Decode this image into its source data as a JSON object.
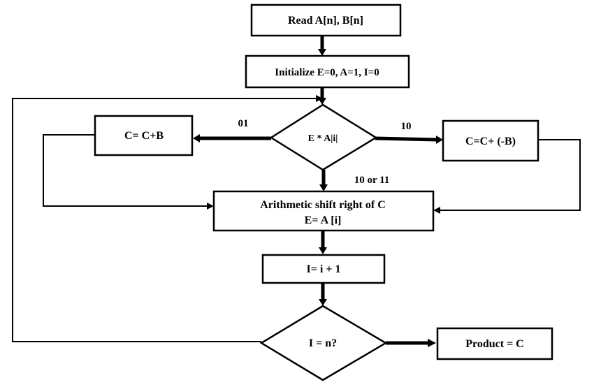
{
  "nodes": {
    "read": "Read A[n], B[n]",
    "init": "Initialize E=0, A=1, I=0",
    "decision": "E * A|i|",
    "add": "C= C+B",
    "sub": "C=C+ (-B)",
    "shift_line1": "Arithmetic shift right of C",
    "shift_line2": "E= A [i]",
    "increment": "I= i + 1",
    "check": "I = n?",
    "product": "Product = C"
  },
  "edge_labels": {
    "left": "01",
    "right": "10",
    "down": "10 or 11"
  }
}
